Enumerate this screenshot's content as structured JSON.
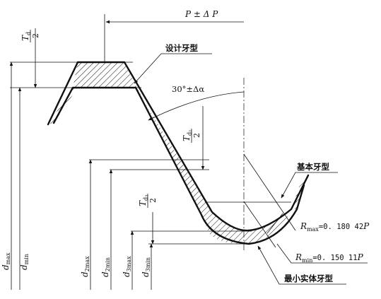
{
  "labels": {
    "td_half_num": "T",
    "td_half_sub": "d",
    "td_half_den": "2",
    "td2_half_num": "T",
    "td2_half_sub": "d₂",
    "td2_half_den": "2",
    "td3_half_num": "T",
    "td3_half_sub": "d₃",
    "td3_half_den": "2",
    "pitch": "P ± Δ P",
    "design_profile": "设计牙型",
    "angle": "30°±Δα",
    "basic_profile": "基本牙型",
    "r_max_label": "R",
    "r_max_sub": "max",
    "r_max_value": "=0. 180 42",
    "r_max_unit": "P",
    "r_min_label": "R",
    "r_min_sub": "min",
    "r_min_value": "=0. 150 11",
    "r_min_unit": "P",
    "min_material_profile": "最小实体牙型",
    "d_max": "d",
    "d_max_sub": "max",
    "d_min": "d",
    "d_min_sub": "min",
    "d2_max": "d",
    "d2_max_sub": "2max",
    "d2_min": "d",
    "d2_min_sub": "2min",
    "d3_max": "d",
    "d3_max_sub": "3max",
    "d3_min": "d",
    "d3_min_sub": "3min"
  },
  "colors": {
    "line": "#111111",
    "background": "#ffffff"
  }
}
